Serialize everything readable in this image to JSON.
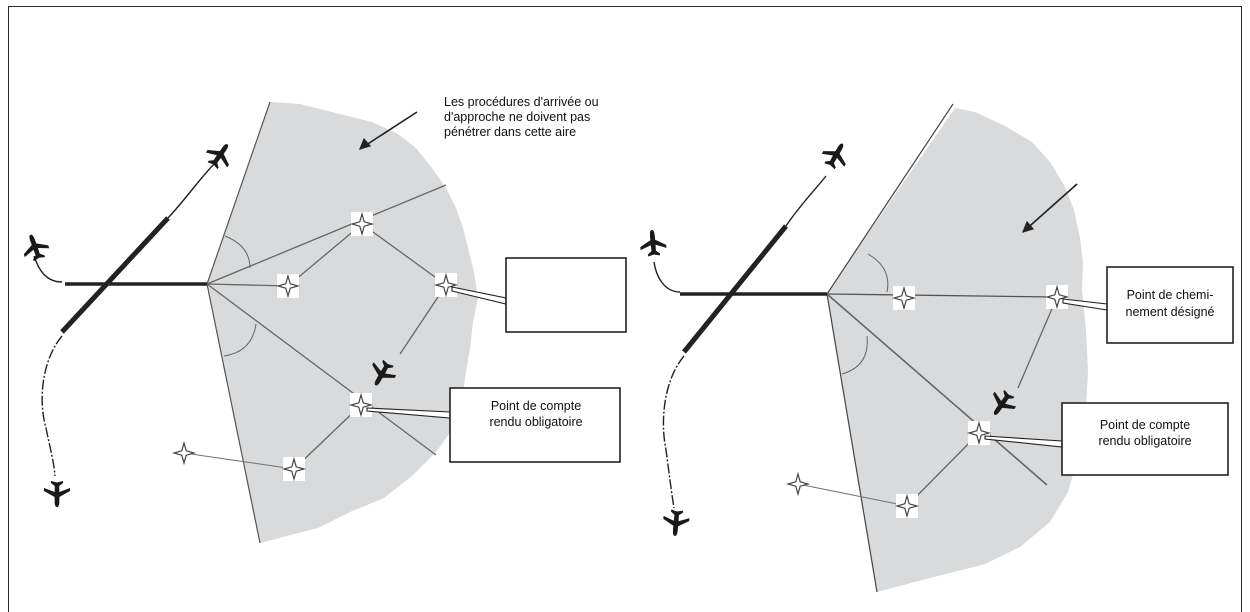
{
  "diagrams": [
    {
      "restriction_note": [
        "Les procédures d'arrivée ou",
        "d'approche ne doivent pas",
        "pénétrer dans cette aire"
      ],
      "reporting_box": [
        "",
        ""
      ],
      "mandatory_box": [
        "Point de compte",
        "rendu obligatoire"
      ]
    },
    {
      "reporting_box": [
        "Point de chemi-",
        "nement désigné"
      ],
      "mandatory_box": [
        "Point de compte",
        "rendu obligatoire"
      ]
    }
  ],
  "colors": {
    "restricted_area": "#d9dadb",
    "lines": "#555555",
    "runway": "#222222"
  }
}
